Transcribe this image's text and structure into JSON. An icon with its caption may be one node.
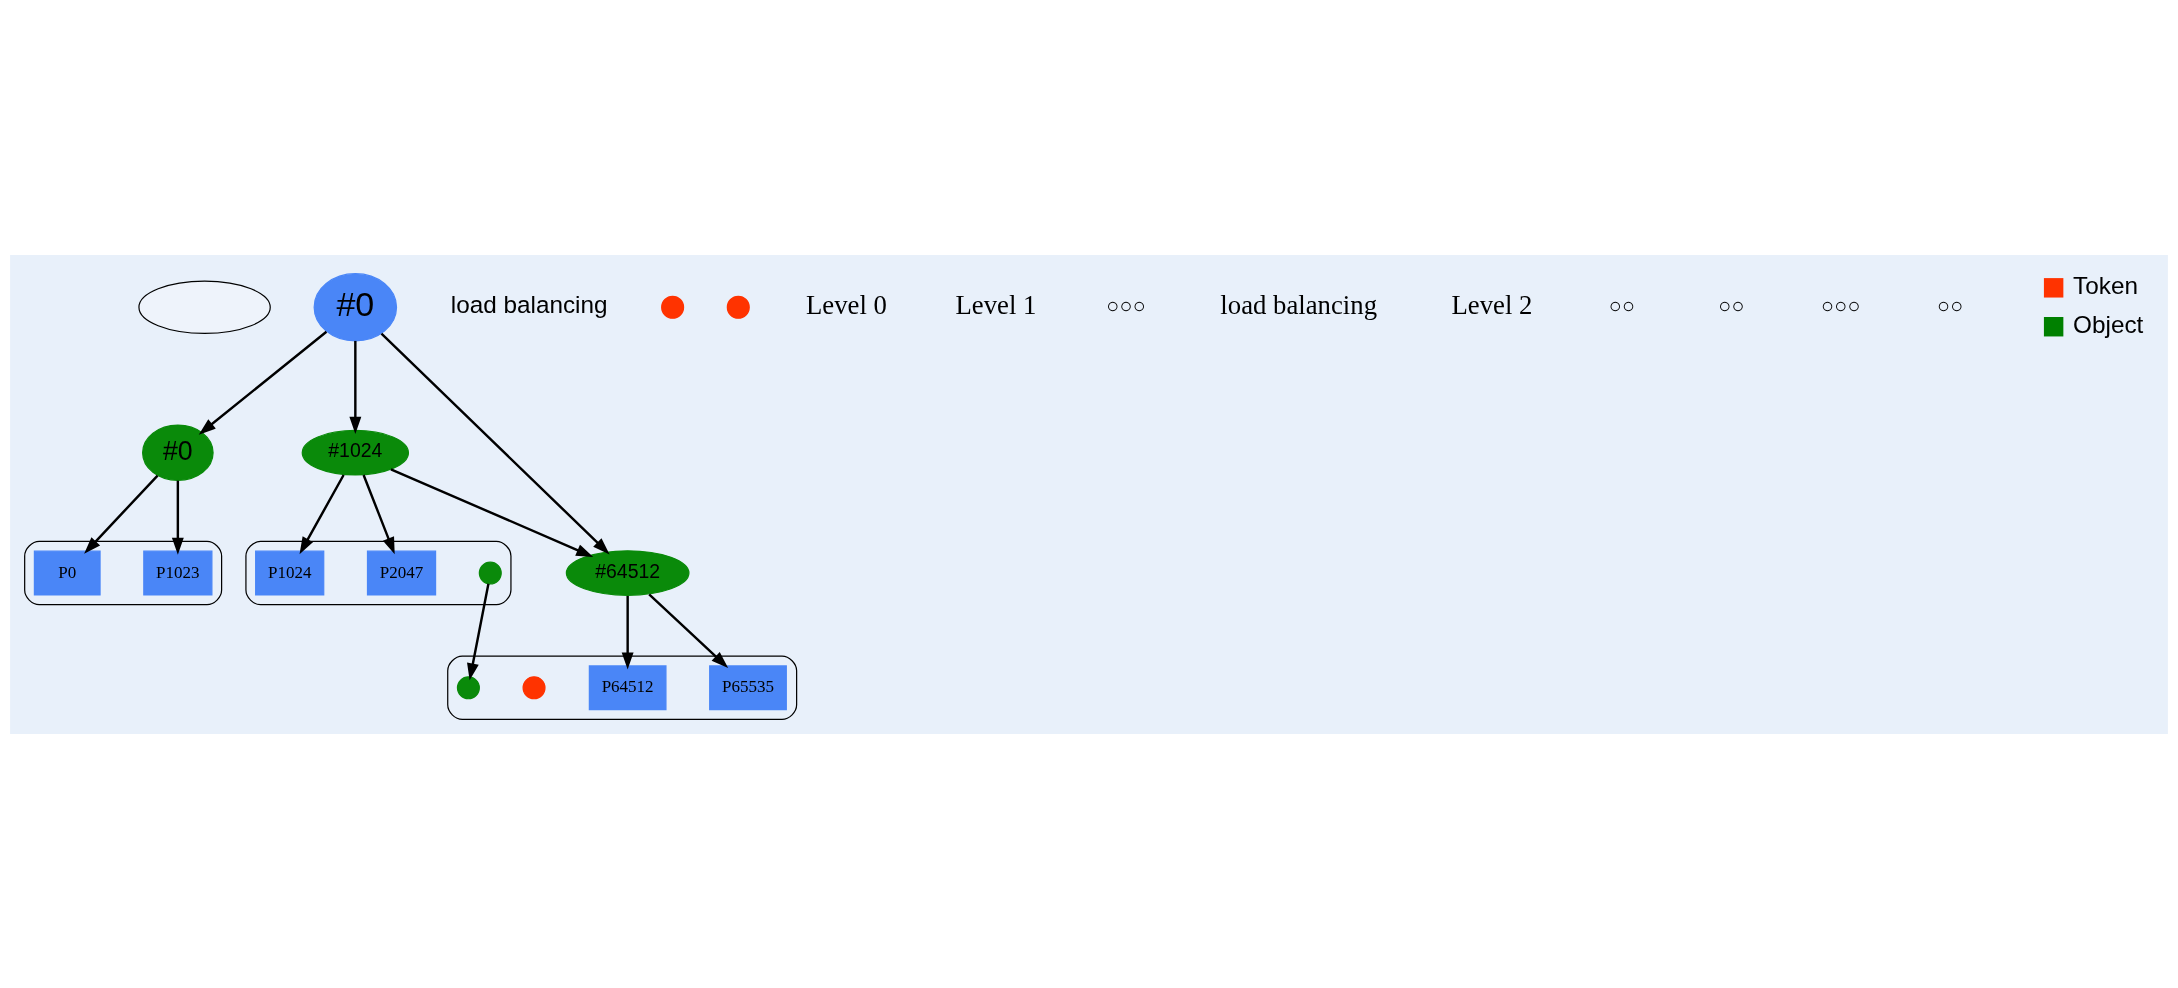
{
  "diagram": {
    "nodes": [
      {
        "text": [],
        "shape": "ellipse"
      },
      {
        "text": [
          "#0"
        ],
        "beside": [
          "load balancing"
        ]
      },
      {
        "text": [],
        "shape": "ellipse"
      },
      {
        "text": [],
        "shape": "ellipse"
      },
      {
        "text": [],
        "shape": "ellipse"
      },
      {
        "text": [
          "#0"
        ]
      },
      {
        "text": [
          "#1024"
        ]
      },
      {
        "text": [
          "#64512"
        ]
      },
      {
        "text": [],
        "shape": "circle"
      },
      {
        "text": [],
        "shape": "circle"
      },
      {
        "text": [
          "P0"
        ],
        "in": 2
      },
      {
        "text": [
          "P1023"
        ],
        "in": 2
      },
      {
        "text": [
          "P1024"
        ],
        "in": 3
      },
      {
        "text": [
          "P2047"
        ],
        "in": 3
      },
      {
        "text": [
          "P64512"
        ],
        "in": 4
      },
      {
        "text": [
          "P65535"
        ],
        "in": 4
      },
      {
        "text": [],
        "shape": "circle",
        "in": 3
      },
      {
        "text": [],
        "shape": "circle",
        "in": 4
      },
      {
        "text": [],
        "shape": "circle",
        "in": 4
      }
    ],
    "edges": [
      {
        "from": 1,
        "to": 5,
        "arrow": "to"
      },
      {
        "from": 1,
        "to": 6,
        "arrow": "to"
      },
      {
        "from": 1,
        "to": 7,
        "arrow": "to"
      },
      {
        "from": 6,
        "to": 7,
        "arrow": "to"
      },
      {
        "from": 5,
        "to": 10,
        "arrow": "to"
      },
      {
        "from": 5,
        "to": 11,
        "arrow": "to"
      },
      {
        "from": 6,
        "to": 12,
        "arrow": "to"
      },
      {
        "from": 6,
        "to": 13,
        "arrow": "to"
      },
      {
        "from": 7,
        "to": 14,
        "arrow": "to"
      },
      {
        "from": 7,
        "to": 15,
        "arrow": "to"
      },
      {
        "from": 16,
        "to": 17,
        "arrow": "to"
      }
    ],
    "labels": [
      "Level 0",
      "Level 1",
      "○○○",
      "load balancing",
      "Level 2",
      "○○",
      "○○",
      "○○○",
      "○○"
    ],
    "legend": [
      {
        "text": "Token",
        "color": "#ff3300"
      },
      {
        "text": "Object",
        "color": "#008000"
      }
    ]
  }
}
